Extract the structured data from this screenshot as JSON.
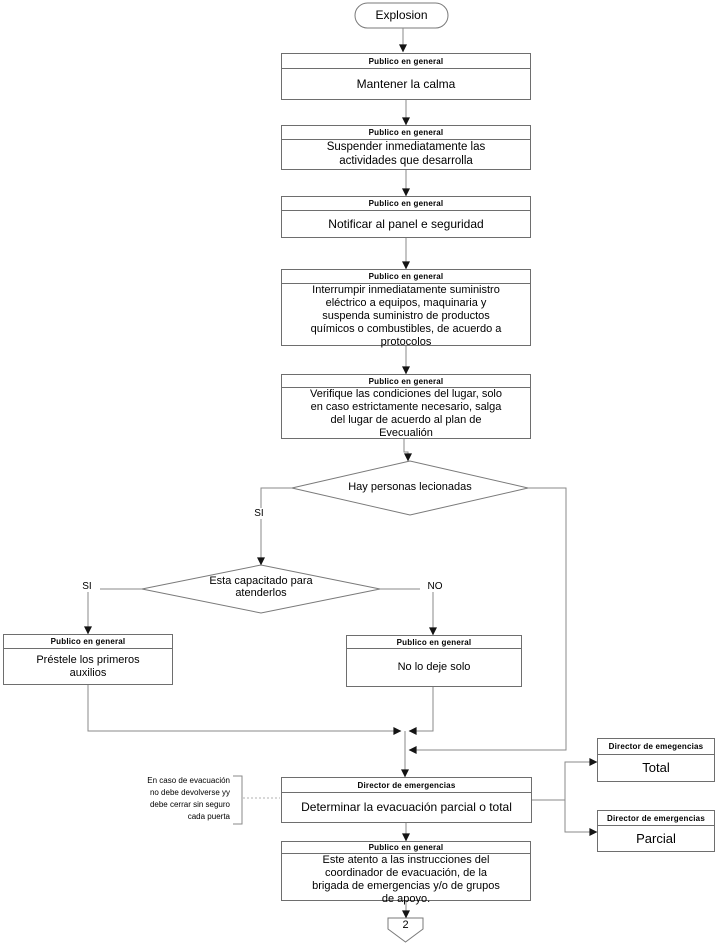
{
  "flowchart": {
    "start": {
      "label": "Explosion"
    },
    "steps": [
      {
        "role": "Publico en general",
        "text": "Mantener la calma"
      },
      {
        "role": "Publico en general",
        "text": "Suspender inmediatamente las\nactividades que desarrolla"
      },
      {
        "role": "Publico en general",
        "text": "Notificar al panel e seguridad"
      },
      {
        "role": "Publico en general",
        "text": "Interrumpir inmediatamente suministro\neléctrico a equipos, maquinaria y\nsuspenda suministro de productos\nquímicos o combustibles, de acuerdo a\nprotocolos"
      },
      {
        "role": "Publico en general",
        "text": "Verifique las condiciones del lugar, solo\nen caso estrictamente necesario, salga\ndel lugar de acuerdo al plan de\nEvecualión"
      }
    ],
    "decision_injured": {
      "text": "Hay personas lecionadas",
      "yes_label": "SI"
    },
    "decision_capable": {
      "text": "Esta capacitado para\natenderlos",
      "yes_label": "SI",
      "no_label": "NO"
    },
    "first_aid": {
      "role": "Publico en general",
      "text": "Préstele los primeros\nauxilios"
    },
    "stay_with": {
      "role": "Publico en general",
      "text": "No lo deje solo"
    },
    "note": {
      "text": "En caso de evacuación\nno debe devolverse yy\ndebe cerrar sin seguro\ncada puerta"
    },
    "evacuation": {
      "role": "Director de emergencias",
      "text": "Determinar la evacuación parcial o total"
    },
    "total": {
      "role": "Director de emegencias",
      "text": "Total"
    },
    "partial": {
      "role": "Director de emergencias",
      "text": "Parcial"
    },
    "attentive": {
      "role": "Publico en general",
      "text": "Este atento a las instrucciones del\ncoordinador de evacuación, de la\nbrigada de emergencias y/o de grupos\nde apoyo."
    },
    "end_connector": {
      "label": "2"
    }
  }
}
